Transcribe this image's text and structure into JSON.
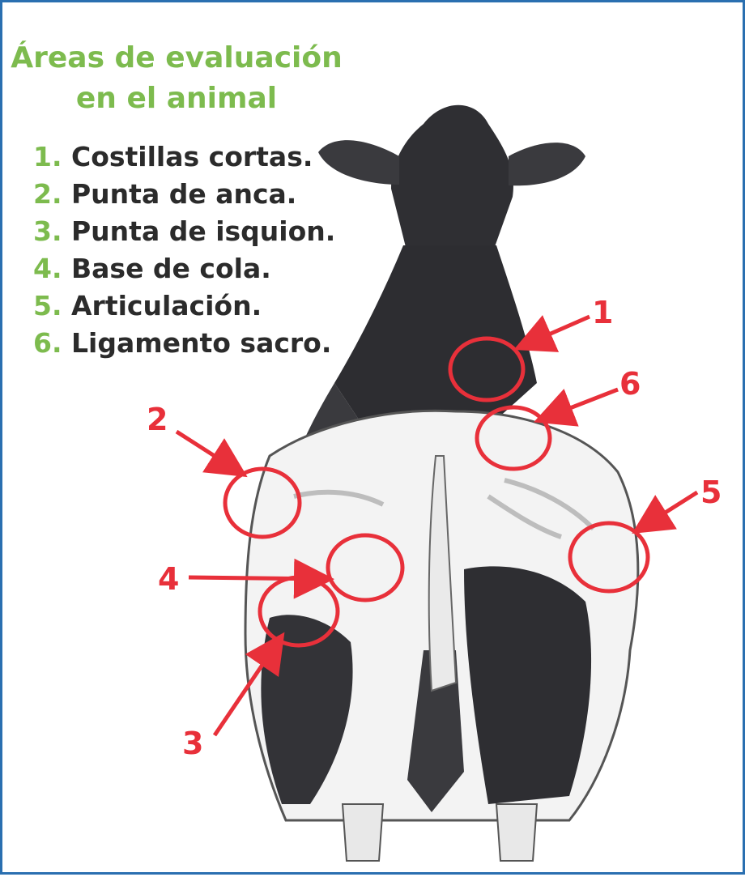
{
  "title": {
    "line1": "Áreas de evaluación",
    "line2": "en el animal"
  },
  "legend": {
    "items": [
      {
        "num": "1.",
        "label": "Costillas cortas."
      },
      {
        "num": "2.",
        "label": "Punta de anca."
      },
      {
        "num": "3.",
        "label": "Punta de isquion."
      },
      {
        "num": "4.",
        "label": "Base de cola."
      },
      {
        "num": "5.",
        "label": "Articulación."
      },
      {
        "num": "6.",
        "label": "Ligamento sacro."
      }
    ]
  },
  "callouts": {
    "c1": "1",
    "c2": "2",
    "c3": "3",
    "c4": "4",
    "c5": "5",
    "c6": "6"
  },
  "colors": {
    "accent_green": "#7dbb4e",
    "marker_red": "#e8303a",
    "frame_blue": "#2a6fb0"
  }
}
